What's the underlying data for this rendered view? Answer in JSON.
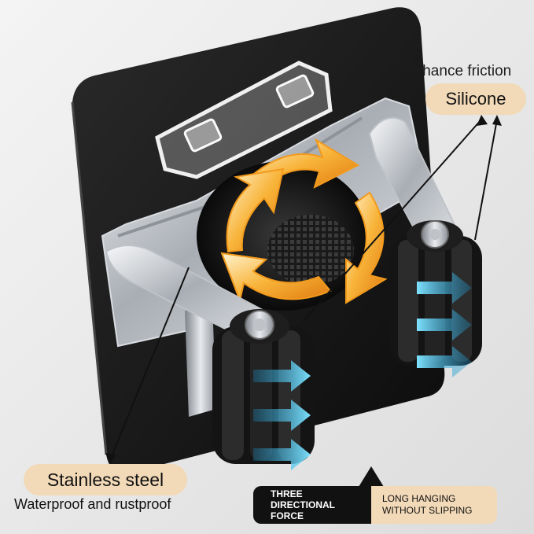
{
  "labels": {
    "enhance_friction": "Enhance friction",
    "silicone": "Silicone",
    "stainless_steel": "Stainless steel",
    "waterproof": "Waterproof and rustproof",
    "three_directional_line1": "THREE",
    "three_directional_line2": "DIRECTIONAL",
    "three_directional_line3": "FORCE",
    "long_hanging_line1": "LONG HANGING",
    "long_hanging_line2": "WITHOUT SLIPPING"
  },
  "colors": {
    "background": "#ececec",
    "label_pill": "#f2d9b8",
    "dark_badge": "#111111",
    "rotation_arrows": "#f5a623",
    "grip_arrows": "#5ad0f0",
    "mount_plate": "#151515",
    "steel": "#c9cdd2"
  },
  "icons": {
    "rotation": "rotation-arrows-icon",
    "grip": "grip-arrow-icon"
  }
}
